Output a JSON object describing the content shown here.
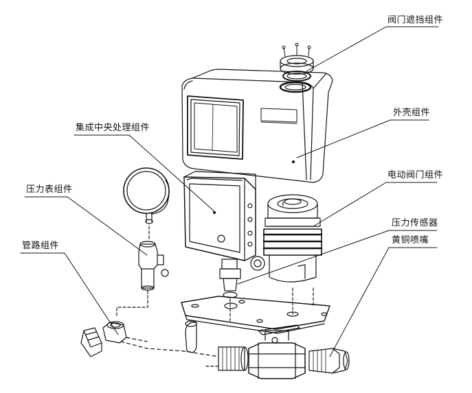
{
  "diagram": {
    "labels": {
      "valve_cover": "阀门遮挡组件",
      "housing": "外壳组件",
      "central_unit": "集成中央处理组件",
      "motor_valve": "电动阀门组件",
      "gauge": "压力表组件",
      "pressure_sensor": "压力传感器",
      "pipe": "管路组件",
      "brass_nozzle": "黄铜喷嘴"
    }
  }
}
